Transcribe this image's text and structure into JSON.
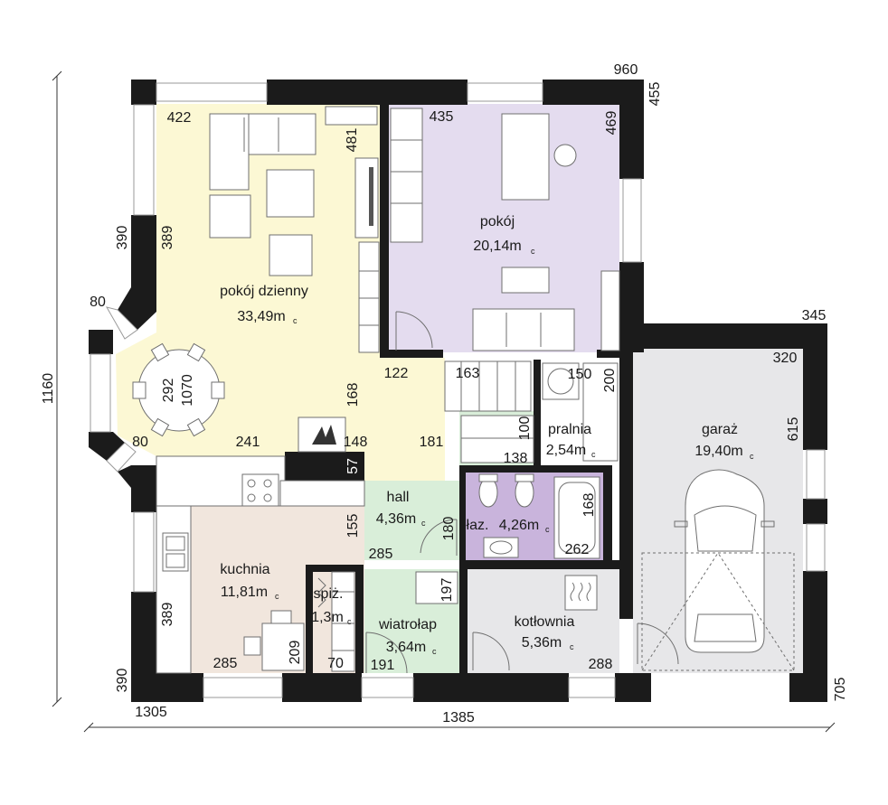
{
  "colors": {
    "living": "#fcf8d4",
    "room": "#e4dcef",
    "garage": "#e7e7e9",
    "hall": "#d9eed9",
    "kitchen": "#f1e6dd",
    "bath": "#c9b4dc",
    "boiler": "#e7e7e9",
    "wall": "#1b1b1b"
  },
  "rooms": {
    "living": {
      "name": "pokój dzienny",
      "area": "33,49m",
      "unit_mark": "c"
    },
    "room": {
      "name": "pokój",
      "area": "20,14m",
      "unit_mark": "c"
    },
    "garage": {
      "name": "garaż",
      "area": "19,40m",
      "unit_mark": "c"
    },
    "laundry": {
      "name": "pralnia",
      "area": "2,54m",
      "unit_mark": "c"
    },
    "hall": {
      "name": "hall",
      "area": "4,36m",
      "unit_mark": "c"
    },
    "bath": {
      "name": "łaz.",
      "area": "4,26m",
      "unit_mark": "c"
    },
    "kitchen": {
      "name": "kuchnia",
      "area": "11,81m",
      "unit_mark": "c"
    },
    "pantry": {
      "name": "spiż.",
      "area": "1,3m",
      "unit_mark": "c"
    },
    "vestibule": {
      "name": "wiatrołap",
      "area": "3,64m",
      "unit_mark": "c"
    },
    "boiler": {
      "name": "kotłownia",
      "area": "5,36m",
      "unit_mark": "c"
    }
  },
  "dimensions": {
    "total_width": "1385",
    "total_height": "1160",
    "d960": "960",
    "d455": "455",
    "d345": "345",
    "d1305": "1305",
    "d705": "705",
    "d390_top": "390",
    "d390_bottom": "390",
    "d80_top": "80",
    "d80_bottom": "80",
    "d422": "422",
    "d481": "481",
    "d389_living": "389",
    "d435": "435",
    "d469": "469",
    "d122": "122",
    "d163": "163",
    "d150": "150",
    "d200": "200",
    "d320": "320",
    "d615": "615",
    "d168_living": "168",
    "d241": "241",
    "d148": "148",
    "d181": "181",
    "d57": "57",
    "d100": "100",
    "d138": "138",
    "d292": "292",
    "d1070": "1070",
    "d155": "155",
    "d180": "180",
    "d285_hall": "285",
    "d168_bath": "168",
    "d262": "262",
    "d197": "197",
    "d389_kitchen": "389",
    "d285_kitchen": "285",
    "d209": "209",
    "d70": "70",
    "d191": "191",
    "d288": "288"
  }
}
